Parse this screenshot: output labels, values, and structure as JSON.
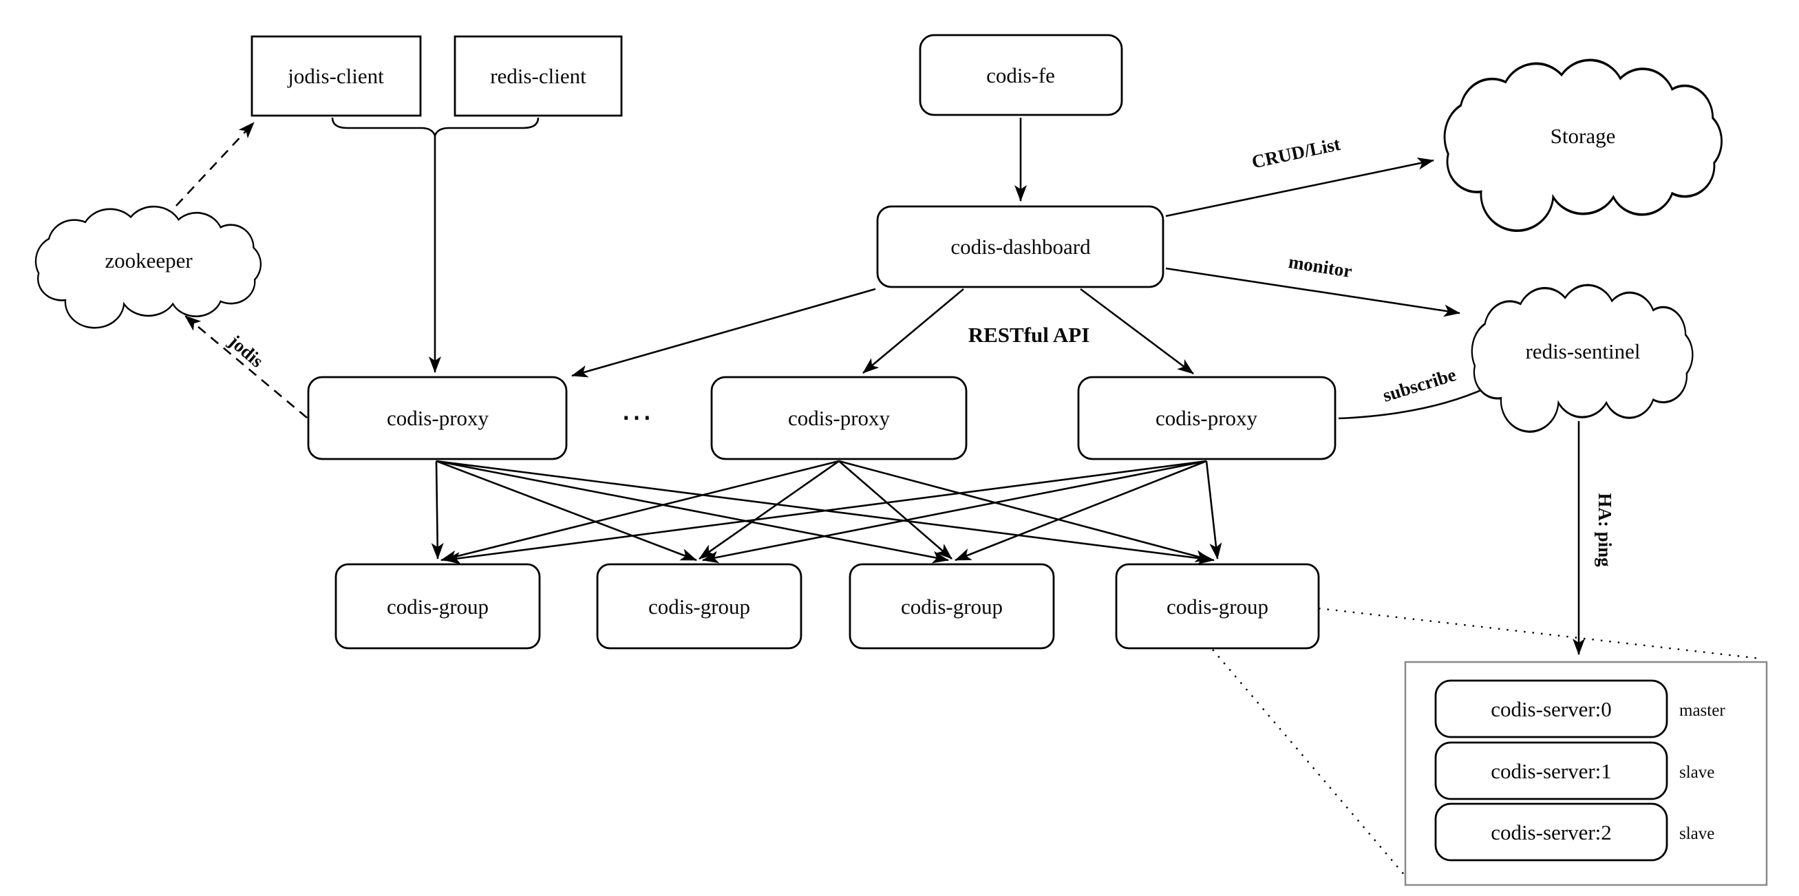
{
  "diagram_title": "codis-architecture-diagram",
  "colors": {
    "line": "#000000",
    "node_fill": "#ffffff",
    "container_border": "#8a8a8a",
    "background": "#ffffff"
  },
  "nodes": {
    "jodis_client": "jodis-client",
    "redis_client": "redis-client",
    "codis_fe": "codis-fe",
    "codis_dashboard": "codis-dashboard",
    "zookeeper": "zookeeper",
    "storage": "Storage",
    "redis_sentinel": "redis-sentinel",
    "proxies": [
      "codis-proxy",
      "codis-proxy",
      "codis-proxy"
    ],
    "groups": [
      "codis-group",
      "codis-group",
      "codis-group",
      "codis-group"
    ],
    "servers": [
      {
        "label": "codis-server:0",
        "role": "master"
      },
      {
        "label": "codis-server:1",
        "role": "slave"
      },
      {
        "label": "codis-server:2",
        "role": "slave"
      }
    ]
  },
  "edge_labels": {
    "crud_list": "CRUD/List",
    "monitor": "monitor",
    "restful_api": "RESTful API",
    "subscribe": "subscribe",
    "jodis": "jodis",
    "ha_ping": "HA: ping",
    "ellipsis": "⋯"
  }
}
